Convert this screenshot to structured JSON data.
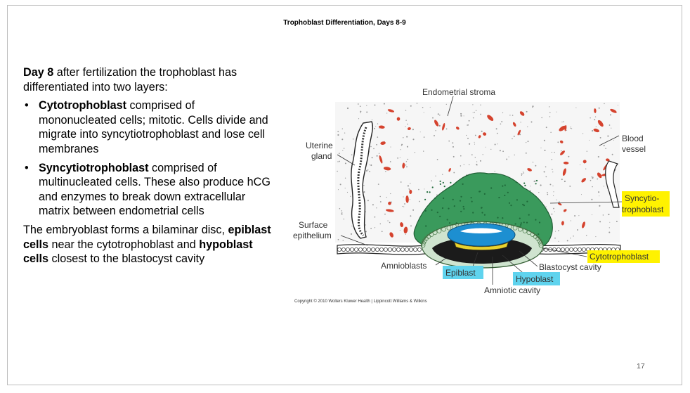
{
  "slide": {
    "title": "Trophoblast Differentiation, Days 8-9",
    "page_number": "17"
  },
  "text": {
    "intro_bold": "Day 8",
    "intro_rest": " after fertilization the trophoblast has differentiated into two layers:",
    "bullets": [
      {
        "bullet": "•",
        "term": "Cytotrophoblast",
        "desc": " comprised of mononucleated cells; mitotic. Cells divide and migrate into syncytiotrophoblast and lose cell membranes"
      },
      {
        "bullet": "•",
        "term": "Syncytiotrophoblast",
        "desc": " comprised of multinucleated cells. These also produce hCG and enzymes to break down extracellular matrix between endometrial cells"
      }
    ],
    "closing": {
      "part1": "The embryoblast forms a bilaminar disc, ",
      "bold1": "epiblast cells",
      "part2": " near the cytotrophoblast and ",
      "bold2": "hypoblast cells",
      "part3": " closest to the blastocyst cavity"
    }
  },
  "figure": {
    "labels": {
      "endometrial_stroma": "Endometrial stroma",
      "uterine_gland_1": "Uterine",
      "uterine_gland_2": "gland",
      "blood_vessel_1": "Blood",
      "blood_vessel_2": "vessel",
      "syncytiotrophoblast_1": "Syncytio-",
      "syncytiotrophoblast_2": "trophoblast",
      "surface_epithelium_1": "Surface",
      "surface_epithelium_2": "epithelium",
      "cytotrophoblast": "Cytotrophoblast",
      "amnioblasts": "Amnioblasts",
      "blastocyst_cavity": "Blastocyst cavity",
      "epiblast": "Epiblast",
      "hypoblast": "Hypoblast",
      "amniotic_cavity": "Amniotic cavity"
    },
    "copyright": "Copyright © 2010 Wolters Kluwer Health | Lippincott Williams & Wilkins",
    "colors": {
      "syncytiotrophoblast": "#3a9a5c",
      "blood": "#d5432e",
      "epiblast_highlight": "#5fd3ee",
      "hypoblast_highlight": "#5fd3ee",
      "label_highlight": "#fff200",
      "embryoblast_blue": "#1d8fd1",
      "hypoblast_yellow": "#e8d230",
      "cytotrophoblast_cells": "#cfe4cf"
    }
  }
}
